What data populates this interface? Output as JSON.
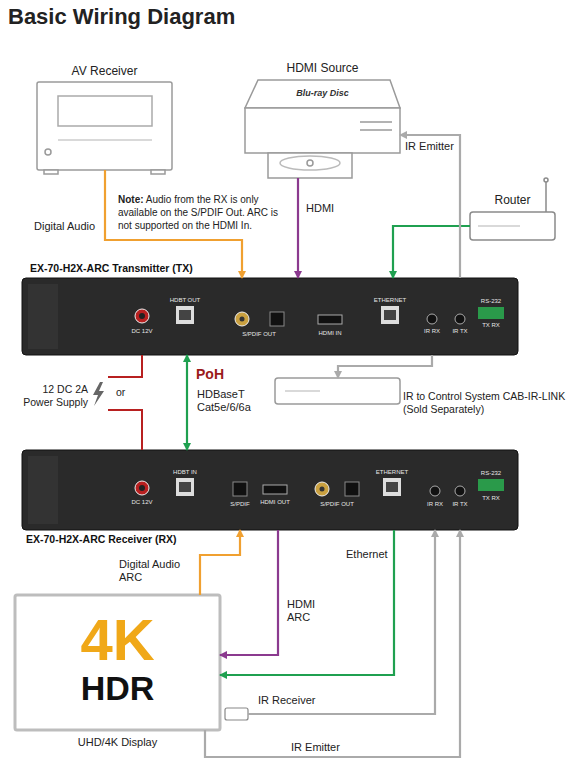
{
  "diagram": {
    "title": "Basic Wiring Diagram",
    "nodes": [
      {
        "text": [
          "AV Receiver"
        ]
      },
      {
        "text": [
          "HDMI Source",
          "Blu-ray Disc"
        ]
      },
      {
        "text": [
          "Router"
        ]
      },
      {
        "text": [
          "EX-70-H2X-ARC Transmitter (TX)"
        ]
      },
      {
        "text": [
          "IR to Control System CAB-IR-LINK (Sold Separately)"
        ]
      },
      {
        "text": [
          "EX-70-H2X-ARC Receiver (RX)"
        ]
      },
      {
        "text": [
          "4K",
          "HDR",
          "UHD/4K Display"
        ]
      },
      {
        "text": [
          "IR Receiver"
        ]
      }
    ],
    "edges": [
      {
        "from": 0,
        "to": 3,
        "label": "Digital Audio",
        "arrow": "to"
      },
      {
        "from": 1,
        "to": 3,
        "label": "HDMI",
        "arrow": "to"
      },
      {
        "from": 2,
        "to": 3,
        "arrow": "to"
      },
      {
        "from": 3,
        "to": 5,
        "label": "HDBaseT Cat5e/6/6a",
        "arrow": "both"
      },
      {
        "from": 3,
        "to": 4,
        "arrow": "to"
      },
      {
        "from": 3,
        "to": 1,
        "label": "IR Emitter",
        "arrow": "to"
      },
      {
        "from": 6,
        "to": 5,
        "label": "Digital Audio ARC",
        "arrow": "to"
      },
      {
        "from": 5,
        "to": 6,
        "label": "HDMI ARC",
        "arrow": "to"
      },
      {
        "from": 5,
        "to": 6,
        "label": "Ethernet",
        "arrow": "to"
      },
      {
        "from": 7,
        "to": 5,
        "arrow": "to"
      },
      {
        "from": 6,
        "to": 5,
        "label": "IR Emitter",
        "arrow": "to"
      }
    ],
    "labels": [
      "Note:",
      "Audio from the RX is only available on the S/PDIF Out. ARC is not supported on the HDMI In.",
      "PoH",
      "12 DC 2A Power Supply",
      "or",
      "DC 12V",
      "HDBT OUT",
      "S/PDIF OUT",
      "HDMI IN",
      "ETHERNET",
      "IR RX",
      "IR TX",
      "RS-232",
      "TX RX",
      "DC 12V",
      "HDBT IN",
      "S/PDIF",
      "HDMI OUT",
      "S/PDIF OUT",
      "ETHERNET",
      "IR RX",
      "IR TX",
      "RS-232",
      "TX RX"
    ]
  }
}
